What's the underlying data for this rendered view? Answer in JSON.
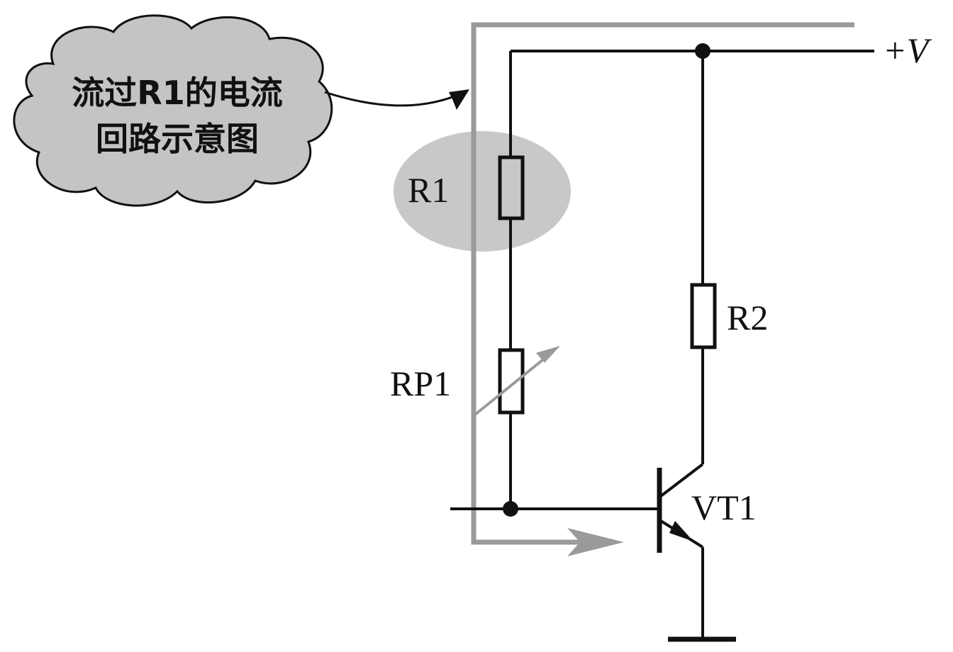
{
  "callout": {
    "line1": "流过R1的电流",
    "line2": "回路示意图"
  },
  "labels": {
    "supply": "+V",
    "r1": "R1",
    "r2": "R2",
    "rp1": "RP1",
    "vt1": "VT1"
  },
  "colors": {
    "wire": "#111111",
    "current_path": "#9a9a9a",
    "highlight": "#c8c8c8",
    "cloud_fill": "#c4c4c4"
  }
}
